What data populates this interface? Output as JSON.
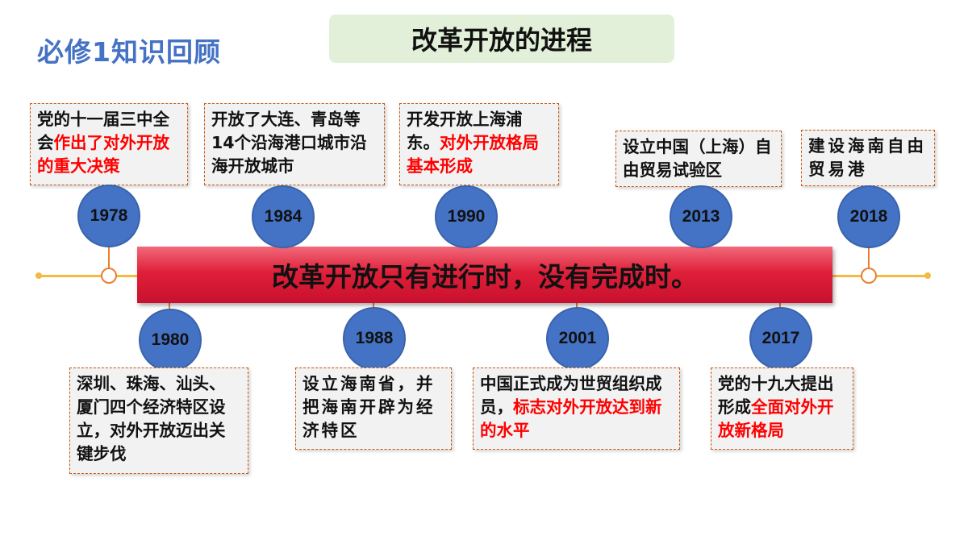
{
  "corner_title": "必修1知识回顾",
  "header_title": "改革开放的进程",
  "banner_text": "改革开放只有进行时，没有完成时。",
  "colors": {
    "accent_blue": "#4472c4",
    "banner_red": "#e0203a",
    "highlight_red": "#ff0000",
    "timeline": "#f4b942"
  },
  "events": [
    {
      "year": "1978",
      "text_plain": "党的十一届三中全会",
      "text_red": "作出了对外开放的重大决策",
      "text_after": ""
    },
    {
      "year": "1984",
      "text_plain": "开放了大连、青岛等14个沿海港口城市沿海开放城市",
      "text_red": "",
      "text_after": ""
    },
    {
      "year": "1990",
      "text_plain": "开发开放上海浦东。",
      "text_red": "对外开放格局基本形成",
      "text_after": ""
    },
    {
      "year": "2013",
      "text_plain": "设立中国（上海）自由贸易试验区",
      "text_red": "",
      "text_after": ""
    },
    {
      "year": "2018",
      "text_plain": "建设海南自由贸易港",
      "text_red": "",
      "text_after": ""
    },
    {
      "year": "1980",
      "text_plain": "深圳、珠海、汕头、厦门四个经济特区设立，对外开放迈出关键步伐",
      "text_red": "",
      "text_after": ""
    },
    {
      "year": "1988",
      "text_plain": "设立海南省，并把海南开辟为经济特区",
      "text_red": "",
      "text_after": ""
    },
    {
      "year": "2001",
      "text_plain": "中国正式成为世贸组织成员，",
      "text_red": "标志对外开放达到新的水平",
      "text_after": ""
    },
    {
      "year": "2017",
      "text_plain": "党的十九大提出形成",
      "text_red": "全面对外开放新格局",
      "text_after": ""
    }
  ]
}
